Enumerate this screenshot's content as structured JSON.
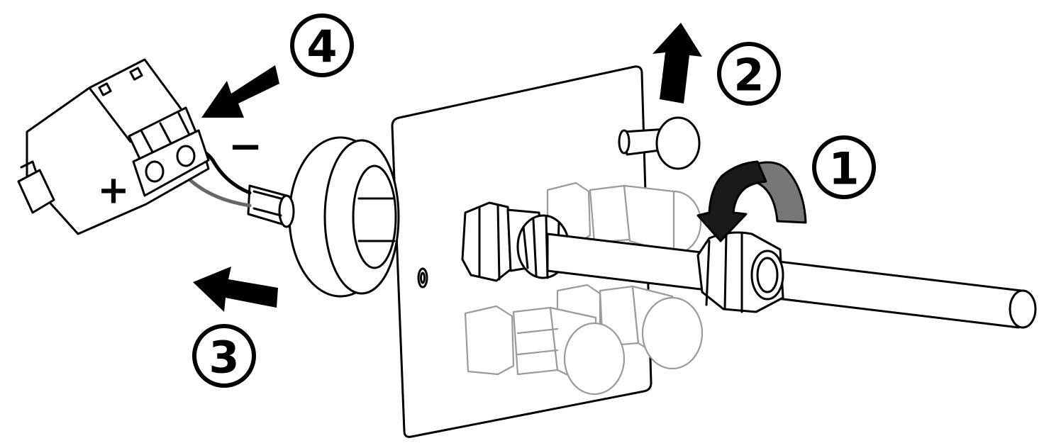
{
  "steps": [
    {
      "id": "1",
      "label": "1",
      "action": "unscrew-cable-gland"
    },
    {
      "id": "2",
      "label": "2",
      "action": "remove-plug"
    },
    {
      "id": "3",
      "label": "3",
      "action": "pull-cable-out"
    },
    {
      "id": "4",
      "label": "4",
      "action": "connect-terminal-block"
    }
  ],
  "polarity": {
    "positive": "+",
    "negative": "−"
  },
  "colors": {
    "ink": "#000000",
    "ghost": "#9a9a9a",
    "rotation_arrow_dark": "#1a1a1a",
    "rotation_arrow_mid": "#777777",
    "background": "#ffffff"
  }
}
